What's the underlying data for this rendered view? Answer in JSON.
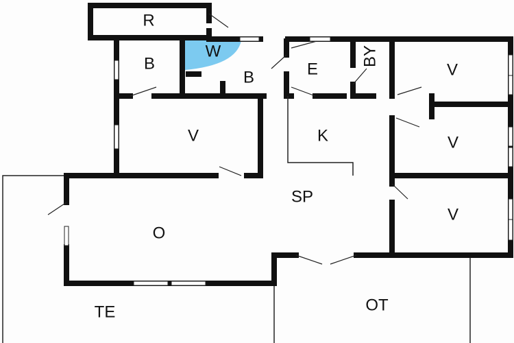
{
  "rooms": {
    "r": "R",
    "b1": "B",
    "w": "W",
    "b2": "B",
    "e": "E",
    "by": "BY",
    "v1": "V",
    "v2": "V",
    "k": "K",
    "v3": "V",
    "sp": "SP",
    "v4": "V",
    "o": "O",
    "te": "TE",
    "ot": "OT"
  },
  "colors": {
    "wall": "#111111",
    "washer_area": "#7ccaf0",
    "background": "#ffffff"
  }
}
